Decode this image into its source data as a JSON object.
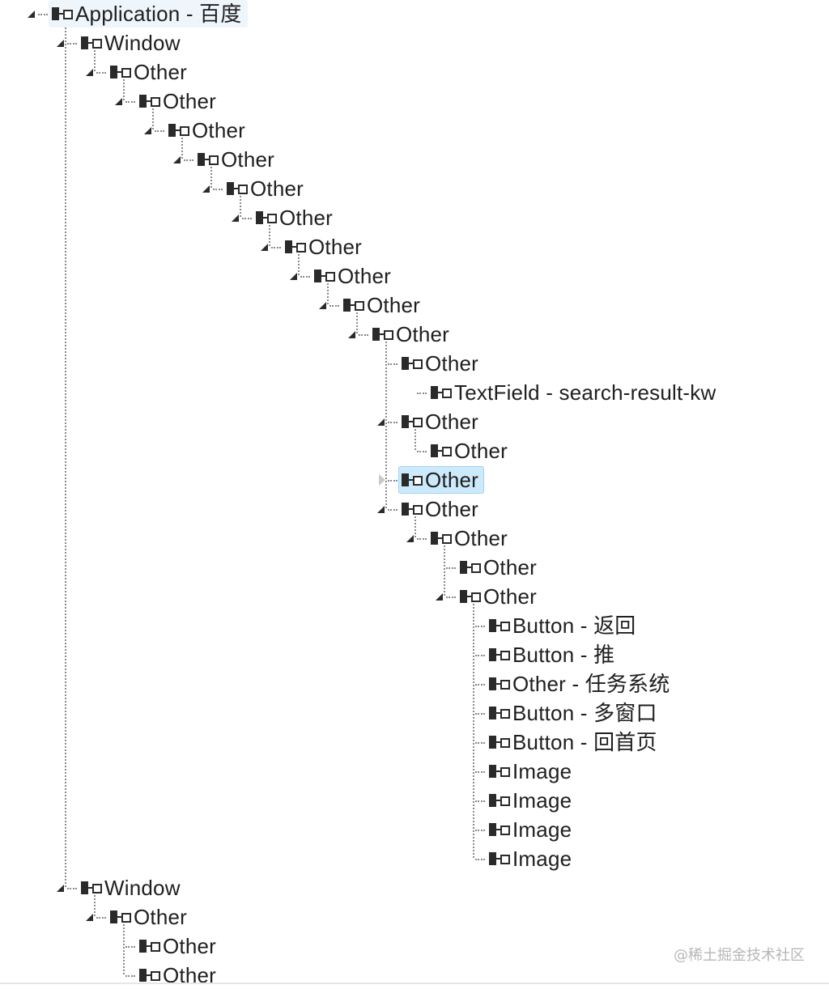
{
  "tree": {
    "nodes": [
      {
        "label": "Application - 百度",
        "level": 0,
        "state": "expanded",
        "root": true
      },
      {
        "label": "Window",
        "level": 1,
        "state": "expanded"
      },
      {
        "label": "Other",
        "level": 2,
        "state": "expanded"
      },
      {
        "label": "Other",
        "level": 3,
        "state": "expanded"
      },
      {
        "label": "Other",
        "level": 4,
        "state": "expanded"
      },
      {
        "label": "Other",
        "level": 5,
        "state": "expanded"
      },
      {
        "label": "Other",
        "level": 6,
        "state": "expanded"
      },
      {
        "label": "Other",
        "level": 7,
        "state": "expanded"
      },
      {
        "label": "Other",
        "level": 8,
        "state": "expanded"
      },
      {
        "label": "Other",
        "level": 9,
        "state": "expanded"
      },
      {
        "label": "Other",
        "level": 10,
        "state": "expanded"
      },
      {
        "label": "Other",
        "level": 11,
        "state": "expanded"
      },
      {
        "label": "Other",
        "level": 12,
        "state": "leaf"
      },
      {
        "label": "TextField - search-result-kw",
        "level": 13,
        "state": "leaf"
      },
      {
        "label": "Other",
        "level": 12,
        "state": "expanded"
      },
      {
        "label": "Other",
        "level": 13,
        "state": "leaf"
      },
      {
        "label": "Other",
        "level": 12,
        "state": "collapsed",
        "selected": true
      },
      {
        "label": "Other",
        "level": 12,
        "state": "expanded"
      },
      {
        "label": "Other",
        "level": 13,
        "state": "expanded"
      },
      {
        "label": "Other",
        "level": 14,
        "state": "leaf"
      },
      {
        "label": "Other",
        "level": 14,
        "state": "expanded"
      },
      {
        "label": "Button - 返回",
        "level": 15,
        "state": "leaf"
      },
      {
        "label": "Button - 推",
        "level": 15,
        "state": "leaf"
      },
      {
        "label": "Other - 任务系统",
        "level": 15,
        "state": "leaf"
      },
      {
        "label": "Button - 多窗口",
        "level": 15,
        "state": "leaf"
      },
      {
        "label": "Button - 回首页",
        "level": 15,
        "state": "leaf"
      },
      {
        "label": "Image",
        "level": 15,
        "state": "leaf"
      },
      {
        "label": "Image",
        "level": 15,
        "state": "leaf"
      },
      {
        "label": "Image",
        "level": 15,
        "state": "leaf"
      },
      {
        "label": "Image",
        "level": 15,
        "state": "leaf"
      },
      {
        "label": "Window",
        "level": 1,
        "state": "expanded"
      },
      {
        "label": "Other",
        "level": 2,
        "state": "expanded"
      },
      {
        "label": "Other",
        "level": 3,
        "state": "leaf"
      },
      {
        "label": "Other",
        "level": 3,
        "state": "leaf"
      }
    ]
  },
  "icons": {
    "expanded": "triangle-expanded-icon",
    "collapsed": "triangle-collapsed-icon",
    "element": "element-icon"
  },
  "watermark": "@稀土掘金技术社区",
  "colors": {
    "selection": "#cdeafd",
    "selection_border": "#9fd2f7",
    "root_highlight": "#eef5fb",
    "guide": "#8a8a8a"
  }
}
